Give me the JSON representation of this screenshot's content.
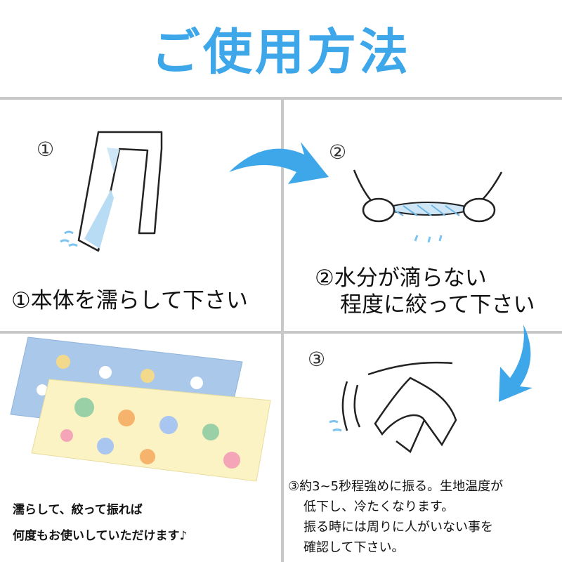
{
  "title": "ご使用方法",
  "steps": [
    {
      "marker": "①",
      "caption": "①本体を濡らして下さい"
    },
    {
      "marker": "②",
      "caption_line1": "②水分が滴らない",
      "caption_line2": "程度に絞って下さい"
    },
    {
      "marker": "③",
      "caption_line1": "③約3~5秒程強めに振る。生地温度が",
      "caption_line2": "低下し、冷たくなります。",
      "caption_line3": "振る時には周りに人がいない事を",
      "caption_line4": "確認して下さい。"
    }
  ],
  "product": {
    "caption_line1": "濡らして、絞って振れば",
    "caption_line2": "何度もお使いしていただけます♪"
  },
  "colors": {
    "accent": "#3ea7ea",
    "divider": "#c8c8c8",
    "towel_blue": "#a9c8ea",
    "towel_yellow": "#fbf3c4"
  }
}
